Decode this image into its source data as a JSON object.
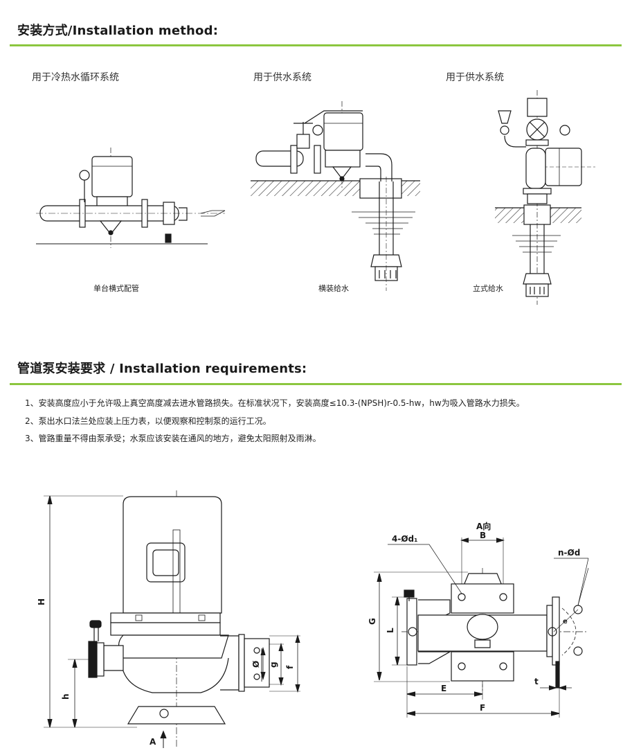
{
  "sections": {
    "install_method_title": "安装方式/Installation method:",
    "install_req_title": "管道泵安装要求 / Installation requirements:"
  },
  "methods": [
    {
      "top_caption": "用于冷热水循环系统",
      "bottom_caption": "单台横式配管"
    },
    {
      "top_caption": "用于供水系统",
      "bottom_caption": "横装给水"
    },
    {
      "top_caption": "用于供水系统",
      "bottom_caption": "立式给水"
    }
  ],
  "requirements": [
    "1、安装高度应小于允许吸上真空高度减去进水管路损失。在标准状况下，安装高度≤10.3-(NPSH)r-0.5-hw，hw为吸入管路水力损失。",
    "2、泵出水口法兰处应装上压力表，以便观察和控制泵的运行工况。",
    "3、管路重量不得由泵承受；水泵应该安装在通风的地方，避免太阳照射及雨淋。"
  ],
  "dimension_labels": {
    "H": "H",
    "h": "h",
    "A_arrow": "A",
    "phi": "Ø",
    "g": "g",
    "f": "f",
    "A_dir": "A向",
    "B": "B",
    "four_d1": "4-Ød₁",
    "n_d": "n-Ød",
    "G": "G",
    "L": "L",
    "E": "E",
    "F": "F",
    "t": "t",
    "e": "e"
  },
  "colors": {
    "accent_rule": "#8cc63f",
    "line": "#1a1a1a",
    "hatch": "#333333"
  }
}
